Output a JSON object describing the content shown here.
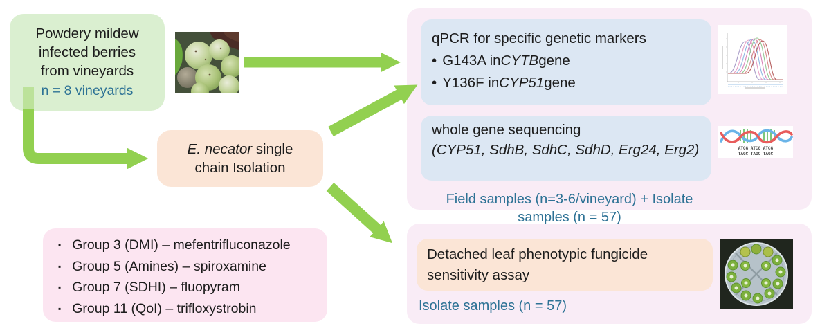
{
  "colors": {
    "arrow_green": "#92d050",
    "teal_text": "#2d7295",
    "green_box_bg": "#daefd0",
    "peach_box_bg": "#fbe5d6",
    "blue_box_bg": "#dce7f3",
    "pink_container_bg": "#f9ecf6",
    "pink_list_bg": "#fce5f1"
  },
  "source_box": {
    "line1": "Powdery mildew",
    "line2": "infected berries",
    "line3": "from vineyards",
    "note": "n = 8 vineyards"
  },
  "isolation_box": {
    "italic": "E. necator",
    "rest": " single chain Isolation"
  },
  "qpcr_box": {
    "title": "qPCR for specific genetic markers",
    "bullet_char": "•",
    "bullets": [
      {
        "pre": "G143A in ",
        "gene": "CYTB",
        "post": " gene"
      },
      {
        "pre": "Y136F in ",
        "gene": "CYP51",
        "post": " gene"
      }
    ]
  },
  "sequencing_box": {
    "title": "whole gene sequencing",
    "genes": "(CYP51, SdhB, SdhC, SdhD, Erg24, Erg2)"
  },
  "top_right_caption": "Field samples (n=3-6/vineyard) + Isolate samples (n = 57)",
  "fungicide_box": {
    "bullet_char": "▪",
    "items": [
      "Group 3 (DMI) –  mefentrifluconazole",
      "Group 5 (Amines) – spiroxamine",
      "Group 7 (SDHI) – fluopyram",
      "Group 11 (QoI) – trifloxystrobin"
    ]
  },
  "assay_box": {
    "text": "Detached leaf phenotypic fungicide sensitivity assay"
  },
  "bottom_right_caption": "Isolate samples (n = 57)",
  "dna_labels": {
    "row1": "ATCG ATCG ATCG",
    "row2": "TAGC TAGC TAGC"
  },
  "images": {
    "grapes": "powdery-mildew-infected-grapes-photo",
    "qpcr": "qpcr-melt-curve-plot",
    "dna": "dna-sequencing-illustration",
    "petri": "detached-leaf-assay-petri-dish-photo"
  }
}
